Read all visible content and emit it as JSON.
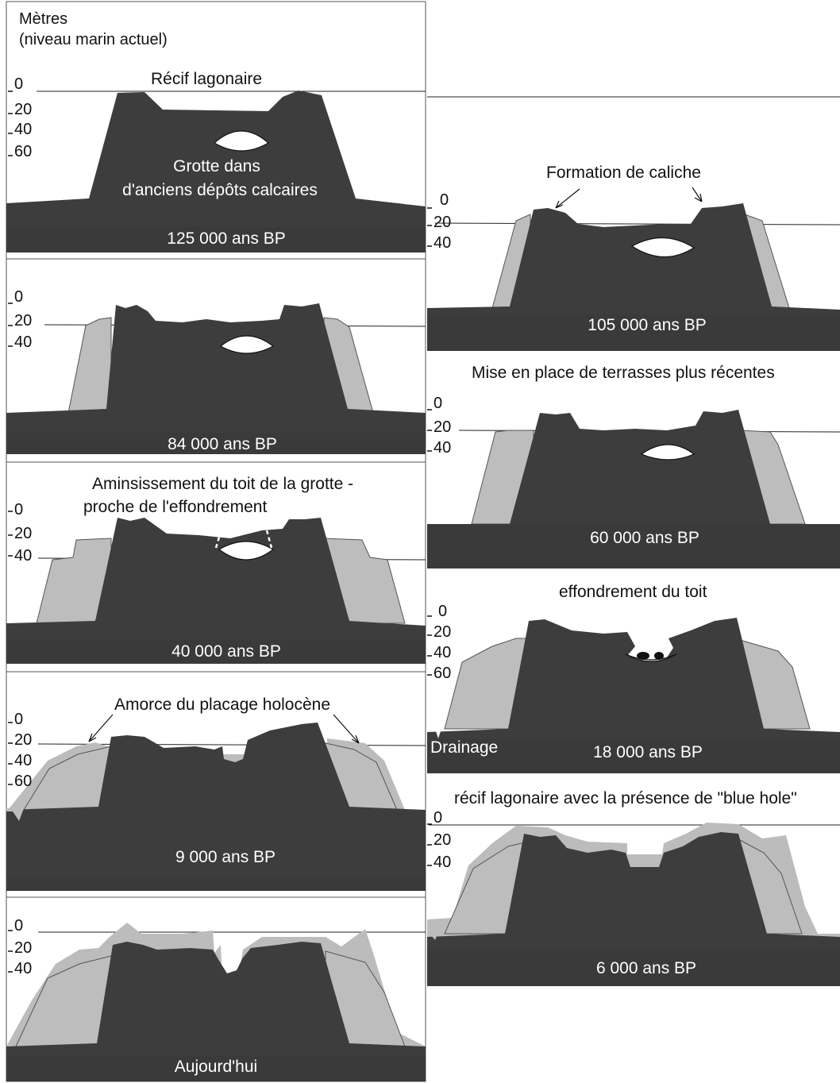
{
  "axis": {
    "unit_label": "Mètres",
    "unit_sub": "(niveau marin actuel)"
  },
  "panels": [
    {
      "date": "125 000 ans BP",
      "title": "Récif lagonaire",
      "annotation": "Grotte dans",
      "annotation2": "d'anciens dépôts calcaires",
      "scale": [
        "0",
        "20",
        "40",
        "60"
      ]
    },
    {
      "date": "84 000 ans BP",
      "scale": [
        "0",
        "20",
        "40"
      ]
    },
    {
      "date": "40 000 ans BP",
      "title": "Aminsissement du toit de la grotte -",
      "title2": "proche de l'effondrement",
      "scale": [
        "0",
        "20",
        "40"
      ]
    },
    {
      "date": "9 000 ans BP",
      "title": "Amorce du placage holocène",
      "scale": [
        "0",
        "20",
        "40",
        "60"
      ]
    },
    {
      "date": "Aujourd'hui",
      "scale": [
        "0",
        "20",
        "40"
      ]
    },
    {
      "date": "105 000 ans BP",
      "title": "Formation de caliche",
      "scale": [
        "0",
        "20",
        "40"
      ]
    },
    {
      "date": "60 000 ans BP",
      "title": "Mise en place de terrasses plus récentes",
      "scale": [
        "0",
        "20",
        "40"
      ]
    },
    {
      "date": "18 000 ans BP",
      "title": "effondrement du toit",
      "annotation": "Drainage",
      "scale": [
        "0",
        "20",
        "40",
        "60"
      ]
    },
    {
      "date": "6 000 ans BP",
      "title": "récif lagonaire avec la présence de \"blue hole\"",
      "scale": [
        "0",
        "20",
        "40"
      ]
    }
  ]
}
